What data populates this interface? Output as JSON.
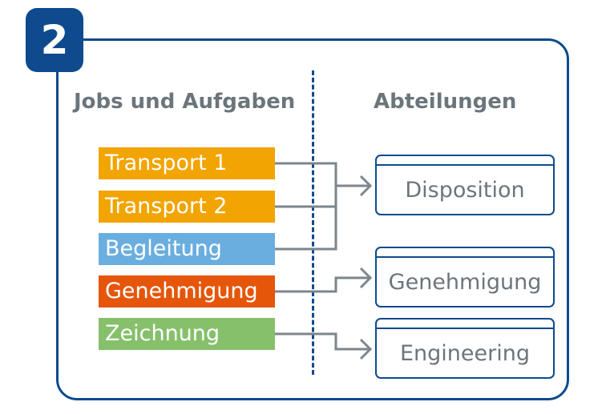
{
  "badge": {
    "number": "2"
  },
  "headings": {
    "jobs": "Jobs und Aufgaben",
    "departments": "Abteilungen"
  },
  "jobs": [
    {
      "label": "Transport 1",
      "color": "#f2a400",
      "target": 0
    },
    {
      "label": "Transport 2",
      "color": "#f2a400",
      "target": 0
    },
    {
      "label": "Begleitung",
      "color": "#6aaee0",
      "target": 0
    },
    {
      "label": "Genehmigung",
      "color": "#e5560b",
      "target": 1
    },
    {
      "label": "Zeichnung",
      "color": "#86c06b",
      "target": 2
    }
  ],
  "departments": [
    {
      "label": "Disposition"
    },
    {
      "label": "Genehmigung"
    },
    {
      "label": "Engineering"
    }
  ],
  "colors": {
    "frame": "#0e4a8d",
    "connector": "#7c868d",
    "text": "#6b757c"
  }
}
